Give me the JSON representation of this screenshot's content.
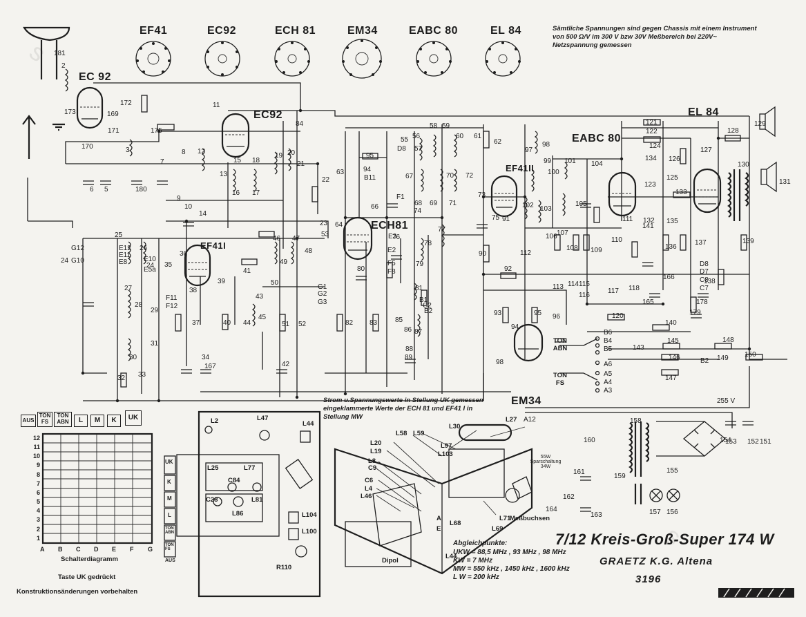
{
  "tubes": {
    "ef41": "EF41",
    "ec92": "EC92",
    "ech81": "ECH 81",
    "em34": "EM34",
    "eabc80": "EABC 80",
    "el84": "EL 84",
    "ec92_left": "EC 92",
    "ec92_mid": "EC92",
    "el84_right": "EL 84",
    "eabc80_mid": "EABC 80",
    "ech81_mid": "ECH81",
    "ef41_II": "EF41II",
    "ef41_I": "EF41I",
    "em34_bottom": "EM34"
  },
  "voltage_note": "Sämtliche Spannungen sind gegen Chassis mit einem Instrument von 500 Ω/V im 300 V bzw 30V Meßbereich bei 220V~ Netzspannung gemessen",
  "measurement_note": "Strom u.Spannungswerte in Stellung UK gemessen eingeklammerte Werte der ECH 81 und EF41 I in Stellung MW",
  "switch_keys": [
    "AUS",
    "TON FS",
    "TON ABN",
    "L",
    "M",
    "K",
    "UK"
  ],
  "switch_diagram": {
    "rows": [
      "12",
      "11",
      "10",
      "9",
      "8",
      "7",
      "6",
      "5",
      "4",
      "3",
      "2",
      "1"
    ],
    "cols": [
      "A",
      "B",
      "C",
      "D",
      "E",
      "F",
      "G"
    ],
    "label": "Schalterdiagramm",
    "key_pressed": "Taste UK gedrückt",
    "disclaimer": "Konstruktionsänderungen vorbehalten"
  },
  "chassis_side_keys": [
    "UK",
    "K",
    "M",
    "L",
    "TON ABN",
    "TON FS",
    "AUS"
  ],
  "chassis_labels": [
    "L2",
    "L47",
    "L44",
    "L25",
    "L77",
    "C84",
    "C28",
    "L81",
    "L86",
    "L104",
    "L100",
    "R110"
  ],
  "layout_labels": [
    "L30",
    "L27",
    "L58",
    "L59",
    "L20",
    "L19",
    "L8",
    "C9",
    "C6",
    "L4",
    "L46",
    "L97",
    "L103",
    "L68",
    "L69",
    "L71",
    "L44",
    "Dipol",
    "A",
    "E",
    "Meßbuchsen"
  ],
  "alignment": {
    "heading": "Abgleichpunkte:",
    "lines": [
      "UKW = 88,5 MHz , 93 MHz , 98 MHz",
      "KW  = 7 MHz",
      "MW  = 550 kHz , 1450 kHz , 1600 kHz",
      "L W  = 200 kHz"
    ]
  },
  "title": "7/12 Kreis-Groß-Super 174 W",
  "manufacturer": "GRAETZ K.G. Altena",
  "model_number": "3196",
  "ton_abn": "TON ABN",
  "ton_fs": "TON FS",
  "spar_note": "55W Sparschaltung 34W",
  "colors": {
    "ink": "#1e1e1e",
    "paper": "#f4f3ef",
    "watermark": "#d9d7d0"
  }
}
